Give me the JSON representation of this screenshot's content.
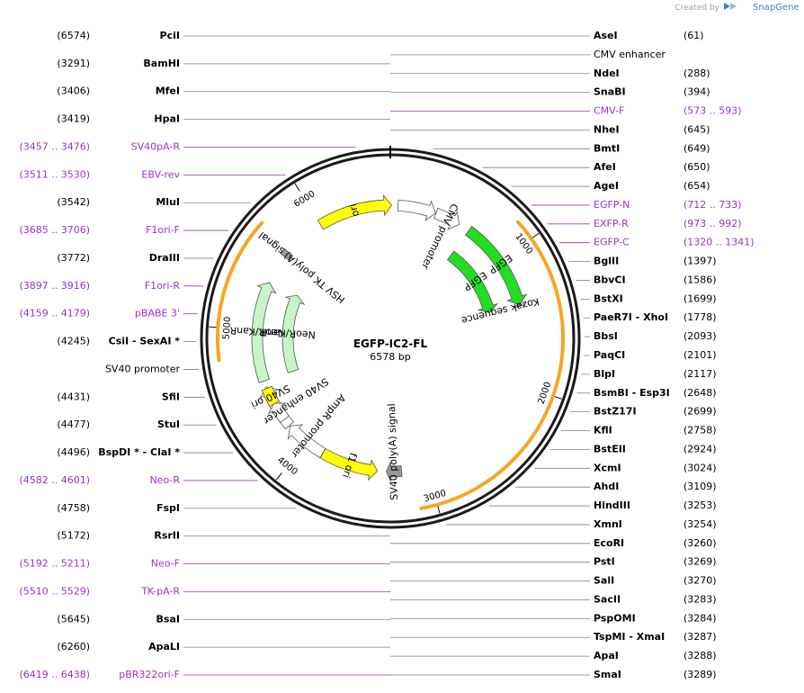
{
  "branding": {
    "created_by": "Created by",
    "product": "SnapGene"
  },
  "plasmid": {
    "name": "EGFP-IC2-FL",
    "length": 6578,
    "length_label": "6578 bp"
  },
  "colors": {
    "backbone": "#1a1a1a",
    "egfp": "#22dd22",
    "ori": "#ffff00",
    "neo": "#c8f5c8",
    "promoter": "#ffffff",
    "polyA": "#999999",
    "orf": "#f5a623",
    "primer": "#9933cc",
    "site_line": "#808080"
  },
  "ticks": [
    {
      "pos": 1000,
      "label": "1000"
    },
    {
      "pos": 2000,
      "label": "2000"
    },
    {
      "pos": 3000,
      "label": "3000"
    },
    {
      "pos": 4000,
      "label": "4000"
    },
    {
      "pos": 5000,
      "label": "5000"
    },
    {
      "pos": 6000,
      "label": "6000"
    }
  ],
  "features": [
    {
      "name": "CMV enhancer",
      "start": 61,
      "end": 364,
      "type": "promoter",
      "dir": 1,
      "label": "CMV enhancer",
      "boxed": true
    },
    {
      "name": "CMV promoter",
      "start": 366,
      "end": 569,
      "type": "promoter",
      "dir": 1,
      "label": "CMV promoter"
    },
    {
      "name": "EGFP1",
      "start": 659,
      "end": 1378,
      "type": "egfp",
      "dir": 1,
      "label": "EGFP"
    },
    {
      "name": "EGFP2",
      "start": 659,
      "end": 1378,
      "type": "egfp",
      "dir": 1,
      "label": "EGFP",
      "inner": true
    },
    {
      "name": "Kozak sequence",
      "start": 1380,
      "end": 1390,
      "type": "misc",
      "dir": 0,
      "label": "Kozak sequence"
    },
    {
      "name": "SV40 poly(A) signal",
      "start": 3200,
      "end": 3321,
      "type": "polyA",
      "dir": 1,
      "label": "SV40 poly(A) signal"
    },
    {
      "name": "f1 ori",
      "start": 3390,
      "end": 3845,
      "type": "ori",
      "dir": -1,
      "label": "f1 ori"
    },
    {
      "name": "AmpR promoter",
      "start": 3847,
      "end": 4182,
      "type": "promoter",
      "dir": 1,
      "label": "AmpR promoter"
    },
    {
      "name": "SV40 promoter",
      "start": 4188,
      "end": 4545,
      "type": "promoter",
      "dir": 1,
      "label": "SV40 promoter",
      "boxed": true
    },
    {
      "name": "SV40 enhancer",
      "start": 4250,
      "end": 4400,
      "type": "promoter",
      "dir": 1,
      "label": "SV40 enhancer"
    },
    {
      "name": "SV40 ori",
      "start": 4396,
      "end": 4531,
      "type": "ori",
      "dir": 0,
      "label": "SV40 ori"
    },
    {
      "name": "NeoR/KanR1",
      "start": 4593,
      "end": 5387,
      "type": "neo",
      "dir": 1,
      "label": "NeoR/KanR"
    },
    {
      "name": "NeoR/KanR2",
      "start": 4593,
      "end": 5387,
      "type": "neo",
      "dir": 1,
      "label": "NeoR/KanR",
      "inner": true
    },
    {
      "name": "HSV TK poly(A) signal",
      "start": 5621,
      "end": 5669,
      "type": "polyA",
      "dir": 0,
      "label": "HSV TK poly(A) signal"
    },
    {
      "name": "ori",
      "start": 6001,
      "end": 6589,
      "type": "ori",
      "dir": 1,
      "label": "ori"
    }
  ],
  "sites": [
    {
      "name": "PciI",
      "pos": "(6574)",
      "side": "left"
    },
    {
      "name": "AseI",
      "pos": "(61)",
      "side": "right"
    },
    {
      "name": "CMV enhancer",
      "pos": "",
      "side": "right",
      "boxed": true
    },
    {
      "name": "NdeI",
      "pos": "(288)",
      "side": "right"
    },
    {
      "name": "SnaBI",
      "pos": "(394)",
      "side": "right"
    },
    {
      "name": "CMV-F",
      "pos": "(573 .. 593)",
      "side": "right",
      "primer": true
    },
    {
      "name": "NheI",
      "pos": "(645)",
      "side": "right"
    },
    {
      "name": "BmtI",
      "pos": "(649)",
      "side": "right"
    },
    {
      "name": "AfeI",
      "pos": "(650)",
      "side": "right"
    },
    {
      "name": "AgeI",
      "pos": "(654)",
      "side": "right"
    },
    {
      "name": "EGFP-N",
      "pos": "(712 .. 733)",
      "side": "right",
      "primer": true
    },
    {
      "name": "EXFP-R",
      "pos": "(973 .. 992)",
      "side": "right",
      "primer": true
    },
    {
      "name": "EGFP-C",
      "pos": "(1320 .. 1341)",
      "side": "right",
      "primer": true
    },
    {
      "name": "BglII",
      "pos": "(1397)",
      "side": "right"
    },
    {
      "name": "BbvCI",
      "pos": "(1586)",
      "side": "right"
    },
    {
      "name": "BstXI",
      "pos": "(1699)",
      "side": "right"
    },
    {
      "name": "PaeR7I - XhoI",
      "pos": "(1778)",
      "side": "right"
    },
    {
      "name": "BbsI",
      "pos": "(2093)",
      "side": "right"
    },
    {
      "name": "PaqCI",
      "pos": "(2101)",
      "side": "right"
    },
    {
      "name": "BlpI",
      "pos": "(2117)",
      "side": "right"
    },
    {
      "name": "BsmBI - Esp3I",
      "pos": "(2648)",
      "side": "right"
    },
    {
      "name": "BstZ17I",
      "pos": "(2699)",
      "side": "right"
    },
    {
      "name": "KflI",
      "pos": "(2758)",
      "side": "right"
    },
    {
      "name": "BstEII",
      "pos": "(2924)",
      "side": "right"
    },
    {
      "name": "XcmI",
      "pos": "(3024)",
      "side": "right"
    },
    {
      "name": "AhdI",
      "pos": "(3109)",
      "side": "right"
    },
    {
      "name": "HindIII",
      "pos": "(3253)",
      "side": "right"
    },
    {
      "name": "XmnI",
      "pos": "(3254)",
      "side": "right"
    },
    {
      "name": "EcoRI",
      "pos": "(3260)",
      "side": "right"
    },
    {
      "name": "PstI",
      "pos": "(3269)",
      "side": "right"
    },
    {
      "name": "SalI",
      "pos": "(3270)",
      "side": "right"
    },
    {
      "name": "SacII",
      "pos": "(3283)",
      "side": "right"
    },
    {
      "name": "PspOMI",
      "pos": "(3284)",
      "side": "right"
    },
    {
      "name": "TspMI - XmaI",
      "pos": "(3287)",
      "side": "right"
    },
    {
      "name": "ApaI",
      "pos": "(3288)",
      "side": "right"
    },
    {
      "name": "SmaI",
      "pos": "(3289)",
      "side": "right"
    },
    {
      "name": "BamHI",
      "pos": "(3291)",
      "side": "left"
    },
    {
      "name": "MfeI",
      "pos": "(3406)",
      "side": "left"
    },
    {
      "name": "HpaI",
      "pos": "(3419)",
      "side": "left"
    },
    {
      "name": "SV40pA-R",
      "pos": "(3457 .. 3476)",
      "side": "left",
      "primer": true
    },
    {
      "name": "EBV-rev",
      "pos": "(3511 .. 3530)",
      "side": "left",
      "primer": true
    },
    {
      "name": "MluI",
      "pos": "(3542)",
      "side": "left"
    },
    {
      "name": "F1ori-F",
      "pos": "(3685 .. 3706)",
      "side": "left",
      "primer": true
    },
    {
      "name": "DraIII",
      "pos": "(3772)",
      "side": "left"
    },
    {
      "name": "F1ori-R",
      "pos": "(3897 .. 3916)",
      "side": "left",
      "primer": true
    },
    {
      "name": "pBABE 3'",
      "pos": "(4159 .. 4179)",
      "side": "left",
      "primer": true
    },
    {
      "name": "CsiI - SexAI *",
      "pos": "(4245)",
      "side": "left"
    },
    {
      "name": "SV40 promoter",
      "pos": "",
      "side": "left",
      "boxed": true
    },
    {
      "name": "SfiI",
      "pos": "(4431)",
      "side": "left"
    },
    {
      "name": "StuI",
      "pos": "(4477)",
      "side": "left"
    },
    {
      "name": "BspDI * - ClaI *",
      "pos": "(4496)",
      "side": "left"
    },
    {
      "name": "Neo-R",
      "pos": "(4582 .. 4601)",
      "side": "left",
      "primer": true
    },
    {
      "name": "FspI",
      "pos": "(4758)",
      "side": "left"
    },
    {
      "name": "RsrII",
      "pos": "(5172)",
      "side": "left"
    },
    {
      "name": "Neo-F",
      "pos": "(5192 .. 5211)",
      "side": "left",
      "primer": true
    },
    {
      "name": "TK-pA-R",
      "pos": "(5510 .. 5529)",
      "side": "left",
      "primer": true
    },
    {
      "name": "BsaI",
      "pos": "(5645)",
      "side": "left"
    },
    {
      "name": "ApaLI",
      "pos": "(6260)",
      "side": "left"
    },
    {
      "name": "pBR322ori-F",
      "pos": "(6419 .. 6438)",
      "side": "left",
      "primer": true
    }
  ]
}
